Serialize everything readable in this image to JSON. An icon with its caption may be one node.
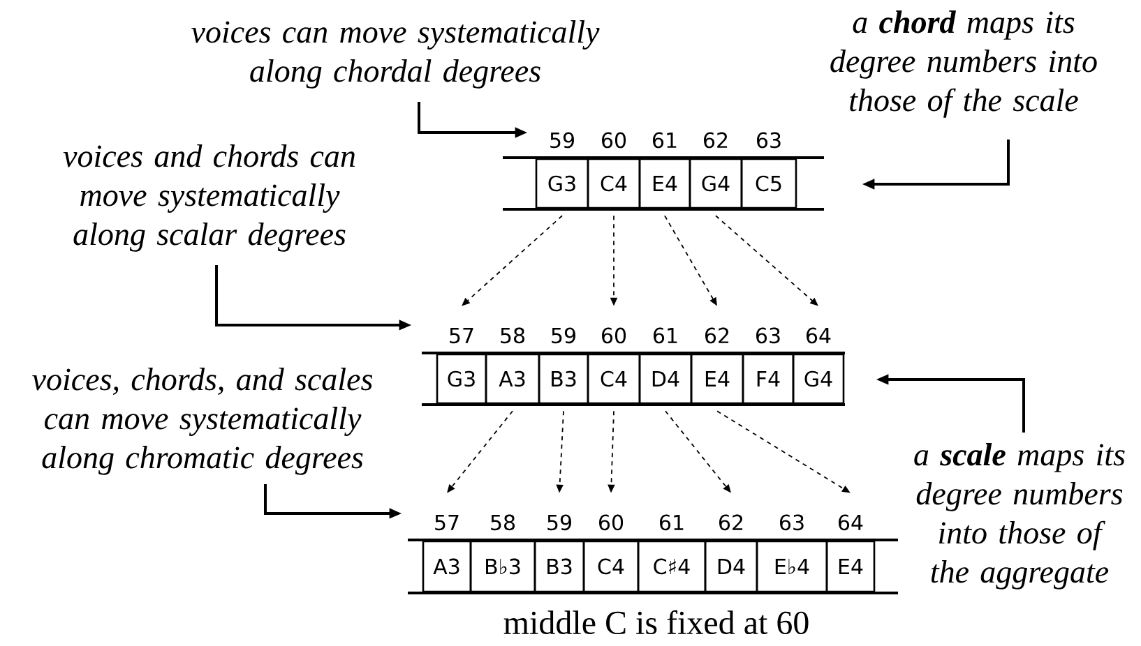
{
  "diagram": {
    "caption": "middle C is fixed at 60",
    "nodes": [
      {
        "text": [
          "voices can move systematically along chordal degrees"
        ]
      },
      {
        "text": [
          "a **chord** maps its degree numbers into those of the scale"
        ]
      },
      {
        "text": [],
        "shape": "band"
      },
      {
        "text": [
          "G3"
        ],
        "in": 2,
        "beside": [
          "59"
        ]
      },
      {
        "text": [
          "C4"
        ],
        "in": 2,
        "beside": [
          "60"
        ]
      },
      {
        "text": [
          "E4"
        ],
        "in": 2,
        "beside": [
          "61"
        ]
      },
      {
        "text": [
          "G4"
        ],
        "in": 2,
        "beside": [
          "62"
        ]
      },
      {
        "text": [
          "C5"
        ],
        "in": 2,
        "beside": [
          "63"
        ]
      },
      {
        "text": [
          "voices and chords can move systematically along scalar degrees"
        ]
      },
      {
        "text": [],
        "shape": "band"
      },
      {
        "text": [
          "G3"
        ],
        "in": 9,
        "beside": [
          "57"
        ]
      },
      {
        "text": [
          "A3"
        ],
        "in": 9,
        "beside": [
          "58"
        ]
      },
      {
        "text": [
          "B3"
        ],
        "in": 9,
        "beside": [
          "59"
        ]
      },
      {
        "text": [
          "C4"
        ],
        "in": 9,
        "beside": [
          "60"
        ]
      },
      {
        "text": [
          "D4"
        ],
        "in": 9,
        "beside": [
          "61"
        ]
      },
      {
        "text": [
          "E4"
        ],
        "in": 9,
        "beside": [
          "62"
        ]
      },
      {
        "text": [
          "F4"
        ],
        "in": 9,
        "beside": [
          "63"
        ]
      },
      {
        "text": [
          "G4"
        ],
        "in": 9,
        "beside": [
          "64"
        ]
      },
      {
        "text": [
          "voices, chords, and scales can move systematically along chromatic degrees"
        ]
      },
      {
        "text": [
          "a **scale** maps its degree numbers into those of the aggregate"
        ]
      },
      {
        "text": [],
        "shape": "band"
      },
      {
        "text": [
          "A3"
        ],
        "in": 20,
        "beside": [
          "57"
        ]
      },
      {
        "text": [
          "B♭3"
        ],
        "in": 20,
        "beside": [
          "58"
        ]
      },
      {
        "text": [
          "B3"
        ],
        "in": 20,
        "beside": [
          "59"
        ]
      },
      {
        "text": [
          "C4"
        ],
        "in": 20,
        "beside": [
          "60"
        ]
      },
      {
        "text": [
          "C♯4"
        ],
        "in": 20,
        "beside": [
          "61"
        ]
      },
      {
        "text": [
          "D4"
        ],
        "in": 20,
        "beside": [
          "62"
        ]
      },
      {
        "text": [
          "E♭4"
        ],
        "in": 20,
        "beside": [
          "63"
        ]
      },
      {
        "text": [
          "E4"
        ],
        "in": 20,
        "beside": [
          "64"
        ]
      }
    ],
    "edges": [
      {
        "from": 0,
        "to": 2,
        "arrow": "to"
      },
      {
        "from": 1,
        "to": 2,
        "arrow": "to"
      },
      {
        "from": 8,
        "to": 9,
        "arrow": "to"
      },
      {
        "from": 19,
        "to": 9,
        "arrow": "to"
      },
      {
        "from": 18,
        "to": 20,
        "arrow": "to"
      },
      {
        "from": 3,
        "to": 10,
        "arrow": "to",
        "style": "dashed"
      },
      {
        "from": 4,
        "to": 13,
        "arrow": "to",
        "style": "dashed"
      },
      {
        "from": 5,
        "to": 15,
        "arrow": "to",
        "style": "dashed"
      },
      {
        "from": 6,
        "to": 17,
        "arrow": "to",
        "style": "dashed"
      },
      {
        "from": 11,
        "to": 21,
        "arrow": "to",
        "style": "dashed"
      },
      {
        "from": 12,
        "to": 23,
        "arrow": "to",
        "style": "dashed"
      },
      {
        "from": 13,
        "to": 24,
        "arrow": "to",
        "style": "dashed"
      },
      {
        "from": 14,
        "to": 26,
        "arrow": "to",
        "style": "dashed"
      },
      {
        "from": 15,
        "to": 28,
        "arrow": "to",
        "style": "dashed"
      }
    ]
  }
}
